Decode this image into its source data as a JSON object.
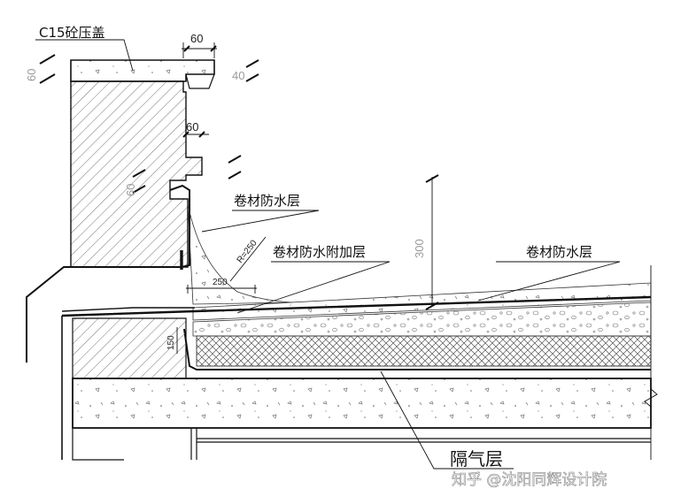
{
  "labels": {
    "coping": "C15砼压盖",
    "membrane_top": "卷材防水层",
    "membrane_extra": "卷材防水附加层",
    "membrane_right": "卷材防水层",
    "vapor_barrier": "隔气层"
  },
  "dimensions": {
    "coping_width": "60",
    "coping_thickness_left": "60",
    "coping_drip": "40",
    "groove_width": "60",
    "groove_depth": "60",
    "fillet_base": "250",
    "fillet_radius": "R=250",
    "upstand_height": "300",
    "lower_height": "150"
  },
  "watermark": "知乎 @沈阳同辉设计院",
  "colors": {
    "line": "#111111",
    "hatch": "#555555",
    "grey_text": "#9a9a9a"
  }
}
